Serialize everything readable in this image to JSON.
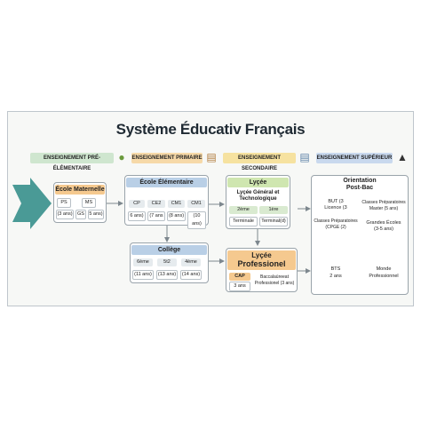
{
  "title": "Système Éducativ Français",
  "categories": [
    {
      "label": "ENSEIGNEMENT PRÉ-ÉLÉMENTAIRE",
      "icon": "apple-icon"
    },
    {
      "label": "ENSEIGNEMENT PRIMAIRE",
      "icon": "books-icon"
    },
    {
      "label": "ENSEIGNEMENT SECONDAIRE",
      "icon": "book-stack-icon"
    },
    {
      "label": "ENSEIGNEMENT SUPÉRIEUR",
      "icon": "graduation-cap-icon"
    }
  ],
  "maternelle": {
    "title": "École Maternelle",
    "levels": [
      "PS",
      "MS",
      "GS"
    ],
    "ages": [
      "(3 ans)",
      "5 ans)"
    ]
  },
  "elementaire": {
    "title": "École Élémentaire",
    "levels": [
      "CP",
      "CE2",
      "CM1",
      "CM1"
    ],
    "ages": [
      "6 ans)",
      "(7 ans",
      "(8 ans)",
      "(10 ans)"
    ]
  },
  "college": {
    "title": "Collège",
    "levels": [
      "6ème",
      "5t2",
      "4ème"
    ],
    "ages": [
      "(11 ans)",
      "(13 ans)",
      "(14 ans)"
    ]
  },
  "lycee": {
    "title": "Lyçée",
    "subtitle_line1": "Lyçée Général et",
    "subtitle_line2": "Technologique",
    "levels": [
      "2ème",
      "1ère"
    ],
    "ages": [
      "Terminale",
      "Terminal(d)"
    ]
  },
  "lycee_pro": {
    "title_line1": "Lyçée",
    "title_line2": "Professionel",
    "cap": "CAP",
    "cap_age": "3 ans",
    "bac_line1": "Baccalaùreeat",
    "bac_line2": "Professionel (3 ans)"
  },
  "superieur": {
    "title_line1": "Orientation",
    "title_line2": "Post-Bac",
    "but_line1": "BUT (3",
    "but_line2": "Licence (3",
    "cpge_line1": "Classes Préparatoires",
    "cpge_line2": "(CPGE (2)",
    "master_line1": "Classes Préparatoires",
    "master_line2": "Master (5 ans)",
    "grandes_line1": "Grandes Écoles",
    "grandes_line2": "(3-5 ans)",
    "bts_line1": "BTS",
    "bts_line2": "2 ans",
    "monde_line1": "Monde",
    "monde_line2": "Professionnel"
  },
  "colors": {
    "cat1": "#cfe6cf",
    "cat2": "#f6d9a8",
    "cat3": "#f6e2a0",
    "cat4": "#c9d9ee",
    "teal_arrow": "#4a9a96",
    "blue_header": "#b9cfe6",
    "orange": "#f5c98f",
    "green_header": "#cfe6b0"
  }
}
